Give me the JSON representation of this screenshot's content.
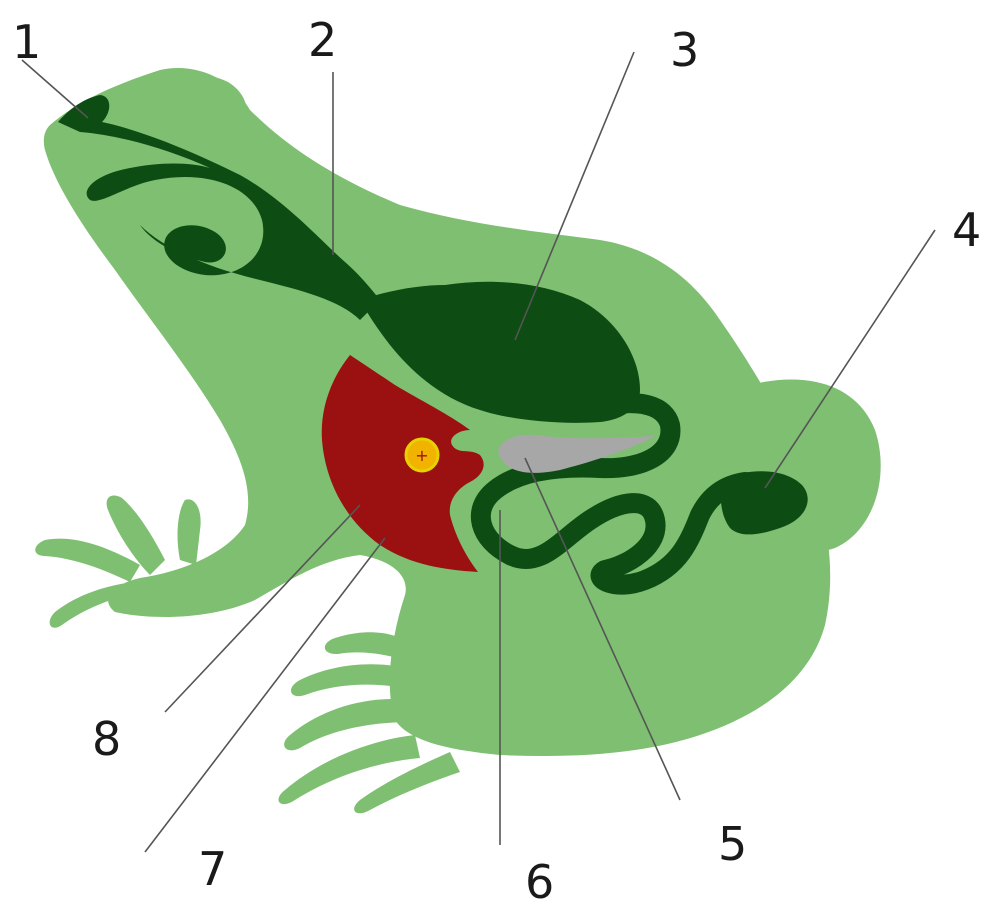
{
  "colors": {
    "body": "#7fbf72",
    "outline": "#5ea451",
    "organ_dark": "#0d4d14",
    "liver": "#9b1010",
    "gallbladder": "#f2b300",
    "gallbladder_outline": "#e6d200",
    "spleen": "#a7a7a7",
    "leader": "#555555",
    "text": "#1a1a1a"
  },
  "labels": {
    "l1": "1",
    "l2": "2",
    "l3": "3",
    "l4": "4",
    "l5": "5",
    "l6": "6",
    "l7": "7",
    "l8": "8"
  }
}
